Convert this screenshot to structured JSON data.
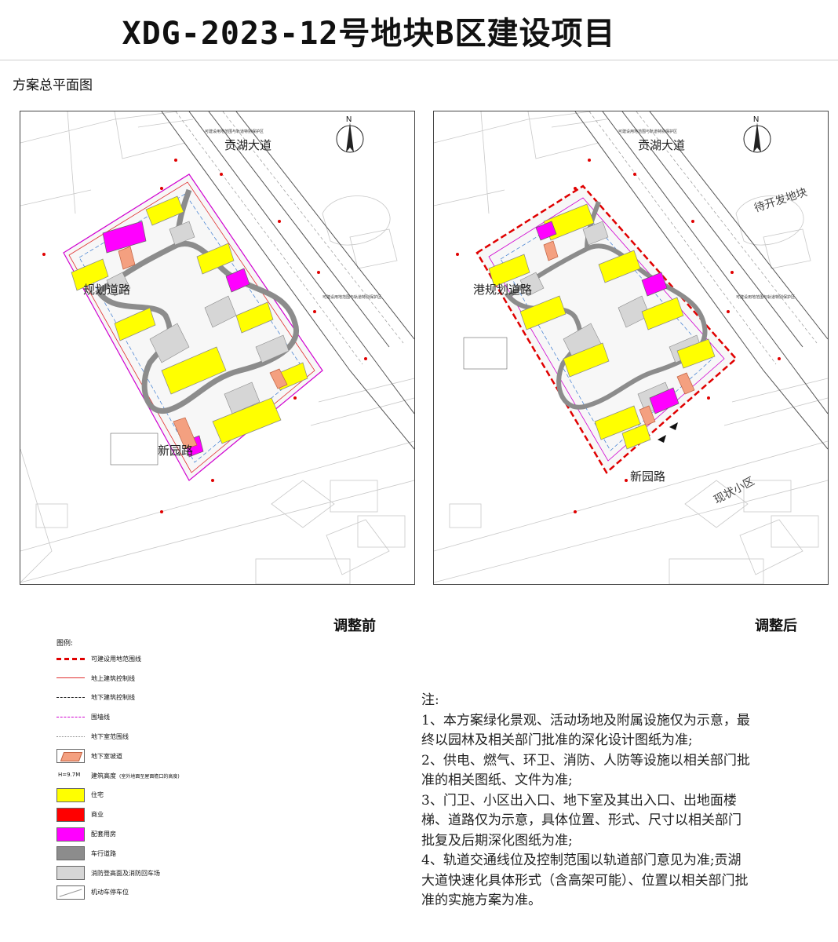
{
  "header": {
    "title": "XDG-2023-12号地块B区建设项目",
    "subtitle": "方案总平面图"
  },
  "plans": [
    {
      "caption": "调整前",
      "road_labels": {
        "north_arterial": "贡湖大道",
        "west_road": "规划道路",
        "south_road": "新园路"
      },
      "protection_note": "可建设用地范围与轨道特别保护区"
    },
    {
      "caption": "调整后",
      "road_labels": {
        "north_arterial": "贡湖大道",
        "west_road": "港规划道路",
        "south_road": "新园路"
      },
      "area_labels": {
        "undeveloped": "待开发地块",
        "existing": "现状小区"
      },
      "protection_note": "可建设用地范围与轨道特别保护区"
    }
  ],
  "legend": {
    "title": "图例:",
    "items": [
      {
        "label": "可建设用地范围线",
        "kind": "line-red-bold",
        "color": "#e00000"
      },
      {
        "label": "地上建筑控制线",
        "kind": "line-red-thin",
        "color": "#e03030"
      },
      {
        "label": "地下建筑控制线",
        "kind": "line-black-dashed",
        "color": "#222222"
      },
      {
        "label": "围墙线",
        "kind": "line-magenta",
        "color": "#d000d0"
      },
      {
        "label": "地下室范围线",
        "kind": "line-gray",
        "color": "#888888"
      },
      {
        "label": "地下室坡道",
        "kind": "ramp",
        "color": "#f4a080"
      },
      {
        "label": "建筑高度",
        "kind": "height",
        "height_text": "H=9.7M",
        "sub": "(室外地面至屋面檐口的高度)"
      },
      {
        "label": "住宅",
        "kind": "fill",
        "color": "#ffff00"
      },
      {
        "label": "商业",
        "kind": "fill",
        "color": "#ff0000"
      },
      {
        "label": "配套用房",
        "kind": "fill",
        "color": "#ff00ff"
      },
      {
        "label": "车行道路",
        "kind": "fill",
        "color": "#8c8c8c"
      },
      {
        "label": "消防登高面及消防回车场",
        "kind": "fill",
        "color": "#d6d6d6"
      },
      {
        "label": "机动车停车位",
        "kind": "parking",
        "color": "#ffffff"
      }
    ]
  },
  "notes": {
    "heading": "注:",
    "items": [
      "1、本方案绿化景观、活动场地及附属设施仅为示意，最终以园林及相关部门批准的深化设计图纸为准;",
      "2、供电、燃气、环卫、消防、人防等设施以相关部门批准的相关图纸、文件为准;",
      "3、门卫、小区出入口、地下室及其出入口、出地面楼梯、道路仅为示意，具体位置、形式、尺寸以相关部门批复及后期深化图纸为准;",
      "4、轨道交通线位及控制范围以轨道部门意见为准;贡湖大道快速化具体形式（含高架可能）、位置以相关部门批准的实施方案为准。"
    ]
  },
  "colors": {
    "residential": "#ffff00",
    "commercial": "#ff0000",
    "support": "#ff00ff",
    "road": "#8c8c8c",
    "fire_area": "#d6d6d6",
    "boundary": "#e00000",
    "wall": "#d000d0"
  }
}
